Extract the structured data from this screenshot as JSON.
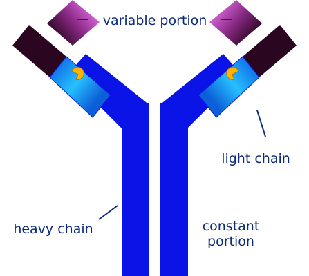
{
  "labels": {
    "variable": "variable portion",
    "light_chain": "light chain",
    "heavy_chain": "heavy chain",
    "constant_line1": "constant",
    "constant_line2": "portion"
  },
  "colors": {
    "heavy_chain": "#0a14e6",
    "light_chain_constant": "#1fb6ff",
    "variable_region": "#e066e6",
    "binding_site": "#ffb400",
    "label_text": "#0b2a7a"
  },
  "icons": {
    "binding_site": "antigen-binding-site-icon"
  }
}
